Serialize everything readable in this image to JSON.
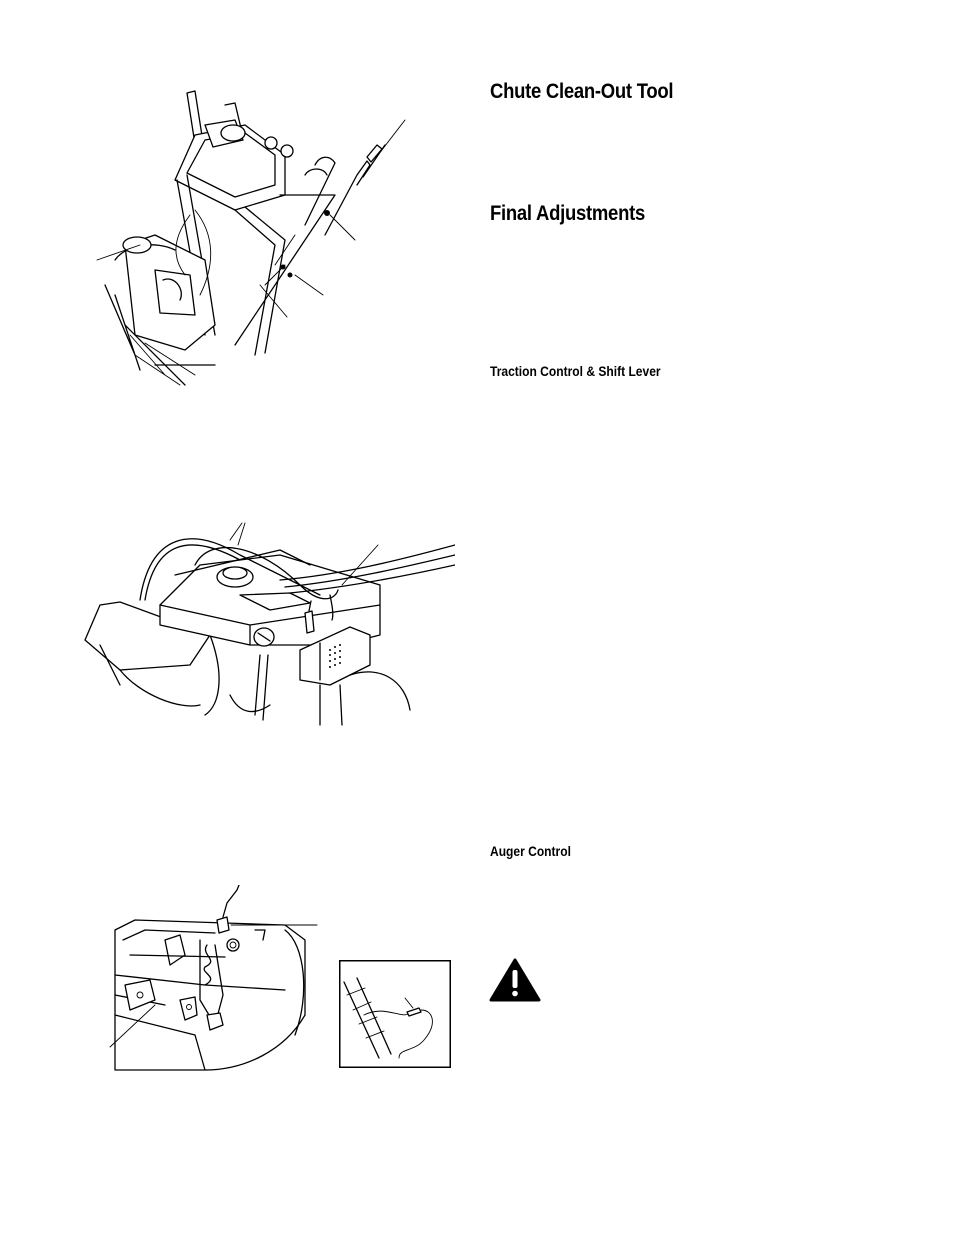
{
  "headings": {
    "chute_tool": "Chute Clean-Out Tool",
    "final_adjustments": "Final Adjustments",
    "traction_shift": "Traction Control & Shift Lever",
    "auger_control": "Auger Control"
  },
  "icons": {
    "warning": "warning-triangle-icon"
  }
}
